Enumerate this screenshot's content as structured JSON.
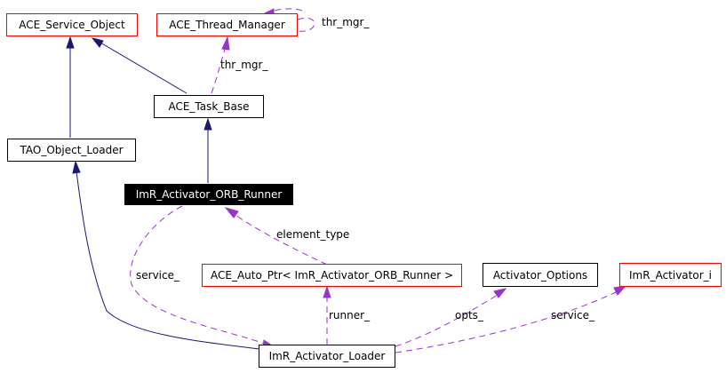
{
  "colors": {
    "inheritance_edge": "#191970",
    "usage_edge": "#9a32cd",
    "external_class_border": "#ff0000",
    "focus_class_fill": "#000000"
  },
  "nodes": {
    "ace_service_object": "ACE_Service_Object",
    "ace_thread_manager": "ACE_Thread_Manager",
    "ace_task_base": "ACE_Task_Base",
    "tao_object_loader": "TAO_Object_Loader",
    "imr_activator_orb_runner": "ImR_Activator_ORB_Runner",
    "ace_auto_ptr": "ACE_Auto_Ptr< ImR_Activator_ORB_Runner >",
    "activator_options": "Activator_Options",
    "imr_activator_i": "ImR_Activator_i",
    "imr_activator_loader": "ImR_Activator_Loader"
  },
  "edge_labels": {
    "thr_mgr_self": "thr_mgr_",
    "thr_mgr_task_base": "thr_mgr_",
    "element_type": "element_type",
    "service_runner": "service_",
    "runner": "runner_",
    "opts": "opts_",
    "service_activator": "service_"
  }
}
